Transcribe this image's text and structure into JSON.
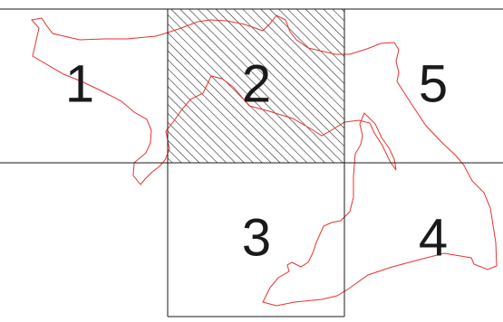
{
  "grid": {
    "line_color": "#1a1a1a",
    "cells": [
      {
        "id": "1",
        "label": "1",
        "hatched": false
      },
      {
        "id": "2",
        "label": "2",
        "hatched": true
      },
      {
        "id": "5",
        "label": "5",
        "hatched": false
      },
      {
        "id": "3",
        "label": "3",
        "hatched": false
      },
      {
        "id": "4",
        "label": "4",
        "hatched": false
      }
    ]
  },
  "boundary": {
    "color": "#e8322f"
  }
}
